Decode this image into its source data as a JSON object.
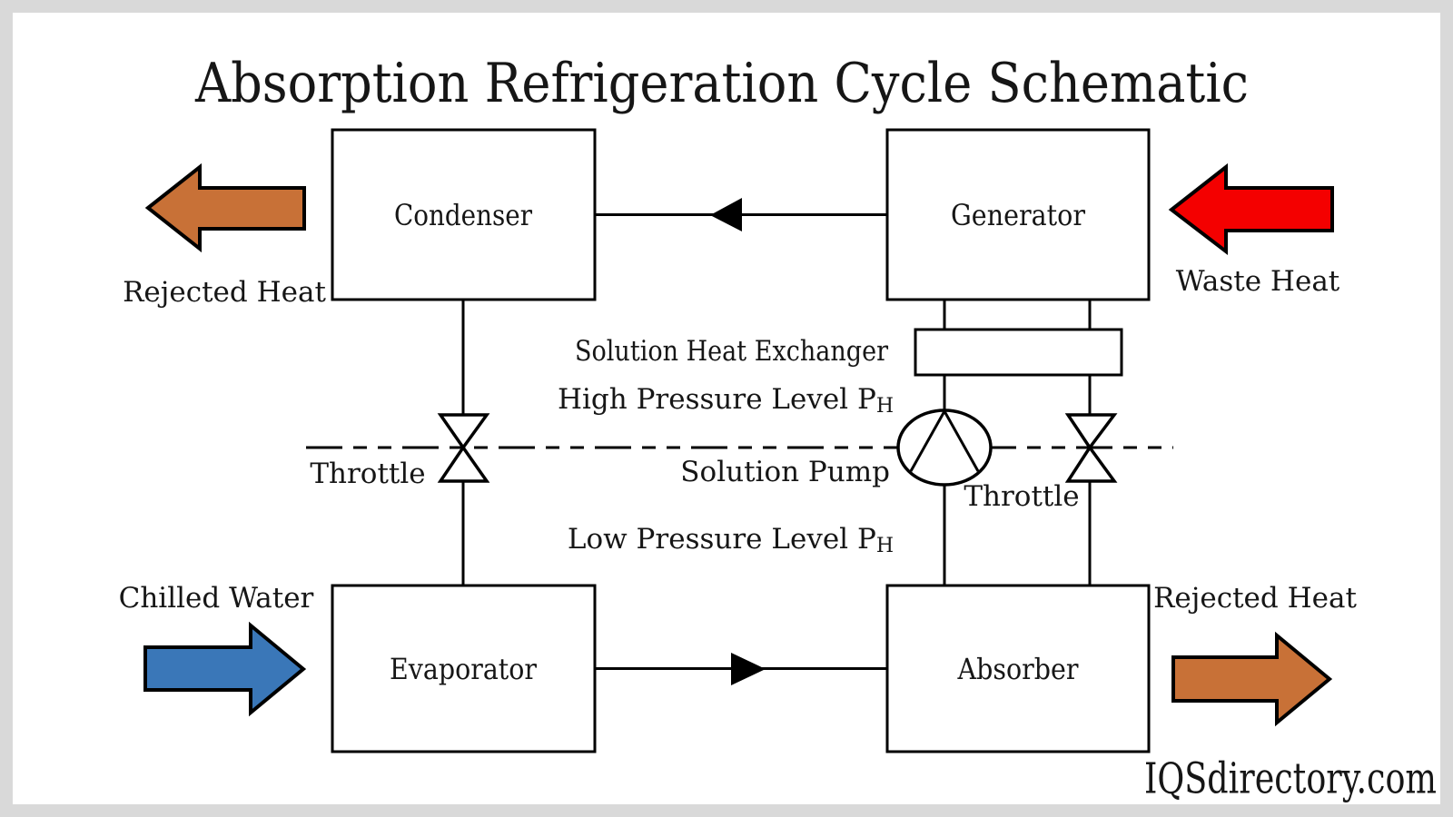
{
  "page": {
    "title": "Absorption Refrigeration Cycle Schematic",
    "watermark": "IQSdirectory.com"
  },
  "colors": {
    "line": "#000000",
    "frame": "#d9d9d9",
    "canvas": "#ffffff"
  },
  "components": {
    "condenser": {
      "label": "Condenser"
    },
    "generator": {
      "label": "Generator"
    },
    "evaporator": {
      "label": "Evaporator"
    },
    "absorber": {
      "label": "Absorber"
    },
    "solution_heat_exchanger": {
      "label": "Solution Heat Exchanger"
    },
    "solution_pump": {
      "label": "Solution Pump"
    },
    "throttle_left": {
      "label": "Throttle"
    },
    "throttle_right": {
      "label": "Throttle"
    }
  },
  "pressure_levels": {
    "high": {
      "text": "High Pressure Level P",
      "subscript": "H"
    },
    "low": {
      "text": "Low Pressure Level P",
      "subscript": "H"
    }
  },
  "arrows": {
    "rejected_heat_top": {
      "label": "Rejected Heat",
      "direction": "left",
      "color": "#c87137"
    },
    "waste_heat": {
      "label": "Waste Heat",
      "direction": "left",
      "color": "#f40000"
    },
    "chilled_water": {
      "label": "Chilled Water",
      "direction": "right",
      "color": "#3a77b8"
    },
    "rejected_heat_bottom": {
      "label": "Rejected Heat",
      "direction": "right",
      "color": "#c87137"
    }
  }
}
